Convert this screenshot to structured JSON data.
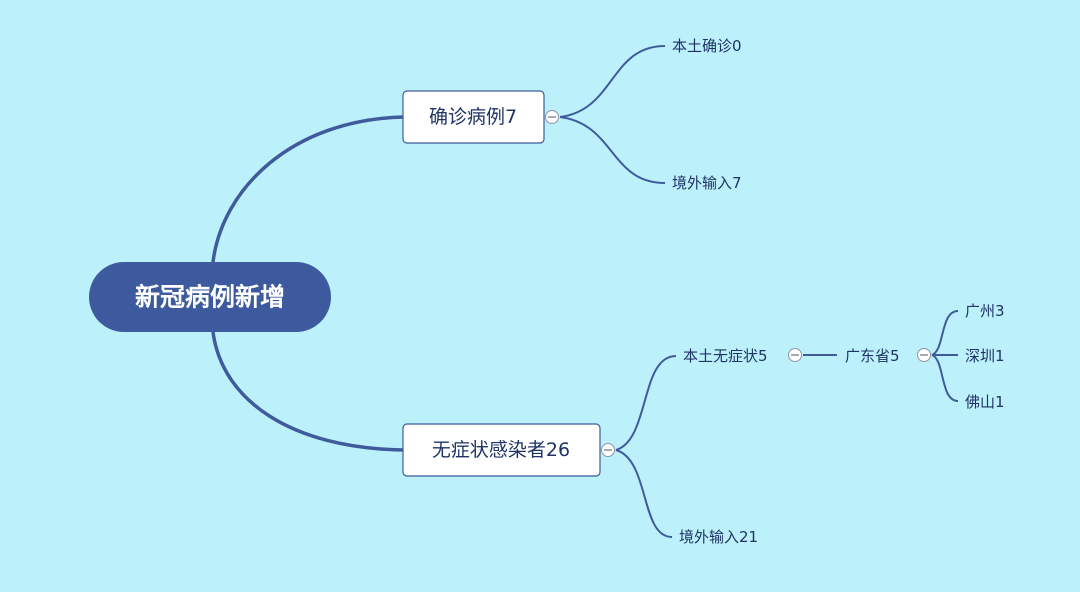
{
  "root": {
    "label": "新冠病例新增"
  },
  "branches": {
    "confirmed": {
      "label": "确诊病例7",
      "children": {
        "local": "本土确诊0",
        "imported": "境外输入7"
      }
    },
    "asymptomatic": {
      "label": "无症状感染者26",
      "children": {
        "local": "本土无症状5",
        "province": "广东省5",
        "cities": {
          "guangzhou": "广州3",
          "shenzhen": "深圳1",
          "foshan": "佛山1"
        },
        "imported": "境外输入21"
      }
    }
  },
  "colors": {
    "background": "#bcf1fb",
    "root_fill": "#3d5a9e",
    "line": "#3f5b9c",
    "topic_fill": "#ffffff",
    "text": "#1f3366"
  }
}
